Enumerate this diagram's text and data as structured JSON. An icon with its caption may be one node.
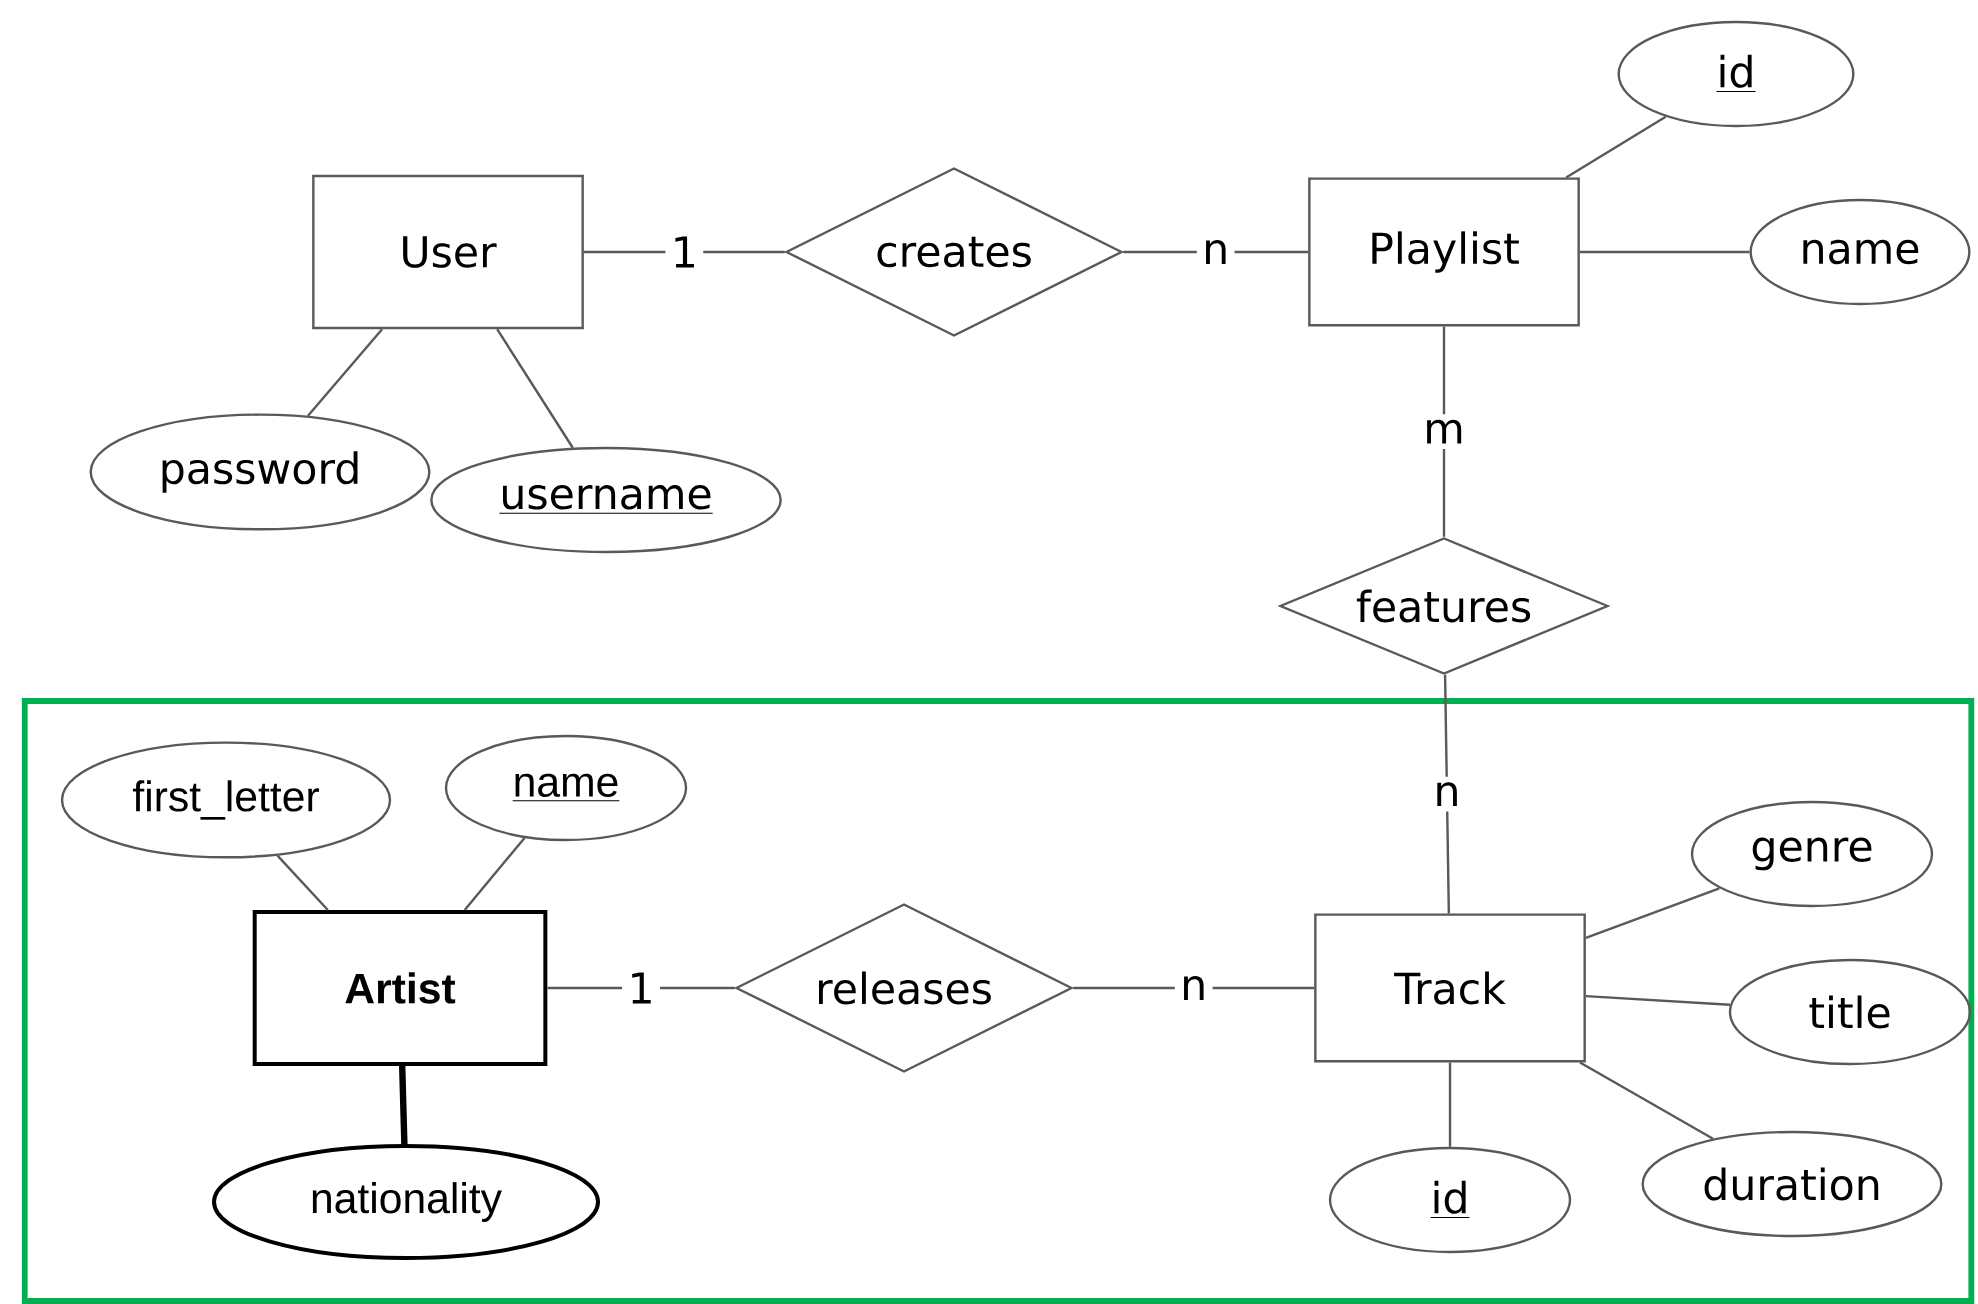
{
  "diagram": {
    "nodes": [
      {
        "text": [
          "id"
        ]
      },
      {
        "text": [
          "User"
        ]
      },
      {
        "text": [
          "creates"
        ]
      },
      {
        "text": [
          "Playlist"
        ]
      },
      {
        "text": [
          "name"
        ]
      },
      {
        "text": [
          "password"
        ]
      },
      {
        "text": [
          "username"
        ]
      },
      {
        "text": [
          "features"
        ]
      },
      {
        "text": [],
        "shape": "box"
      },
      {
        "text": [
          "first_letter"
        ],
        "in": 8
      },
      {
        "text": [
          "name"
        ],
        "in": 8
      },
      {
        "text": [
          "Artist"
        ],
        "in": 8
      },
      {
        "text": [
          "releases"
        ],
        "in": 8
      },
      {
        "text": [
          "Track"
        ],
        "in": 8
      },
      {
        "text": [
          "genre"
        ],
        "in": 8
      },
      {
        "text": [
          "title"
        ],
        "in": 8
      },
      {
        "text": [
          "nationality"
        ],
        "in": 8
      },
      {
        "text": [
          "id"
        ],
        "in": 8
      },
      {
        "text": [
          "duration"
        ],
        "in": 8
      }
    ],
    "edges": [
      {
        "from": 1,
        "to": 2,
        "arrow": "none",
        "label": "1"
      },
      {
        "from": 2,
        "to": 3,
        "arrow": "none",
        "label": "n"
      },
      {
        "from": 3,
        "to": 0,
        "arrow": "none"
      },
      {
        "from": 3,
        "to": 4,
        "arrow": "none"
      },
      {
        "from": 1,
        "to": 5,
        "arrow": "none"
      },
      {
        "from": 1,
        "to": 6,
        "arrow": "none"
      },
      {
        "from": 3,
        "to": 7,
        "arrow": "none",
        "label": "m"
      },
      {
        "from": 7,
        "to": 13,
        "arrow": "none",
        "label": "n"
      },
      {
        "from": 11,
        "to": 9,
        "arrow": "none"
      },
      {
        "from": 11,
        "to": 10,
        "arrow": "none"
      },
      {
        "from": 11,
        "to": 12,
        "arrow": "none",
        "label": "1"
      },
      {
        "from": 12,
        "to": 13,
        "arrow": "none",
        "label": "n"
      },
      {
        "from": 13,
        "to": 14,
        "arrow": "none"
      },
      {
        "from": 13,
        "to": 15,
        "arrow": "none"
      },
      {
        "from": 13,
        "to": 18,
        "arrow": "none"
      },
      {
        "from": 13,
        "to": 17,
        "arrow": "none"
      },
      {
        "from": 11,
        "to": 16,
        "arrow": "none",
        "style": "thick"
      }
    ]
  }
}
